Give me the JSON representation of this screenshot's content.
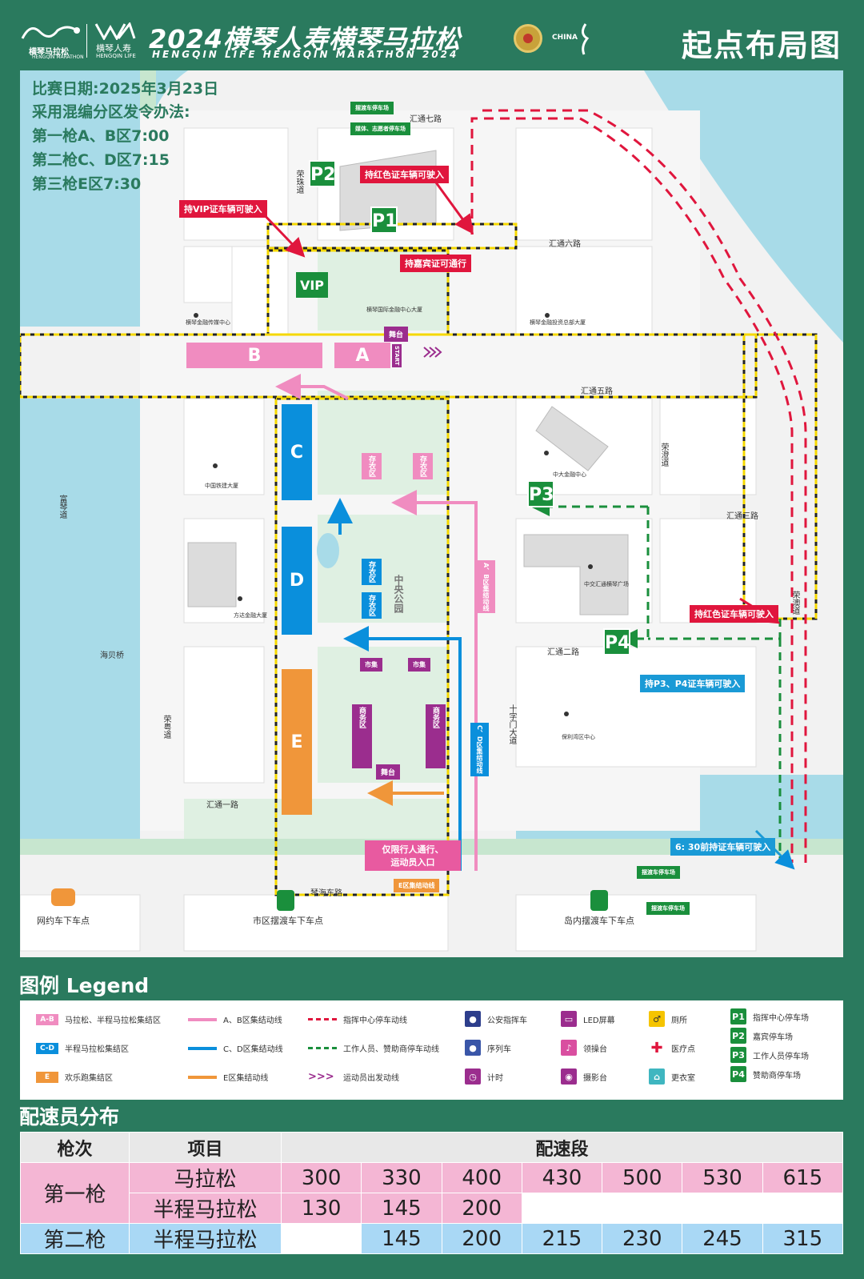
{
  "header": {
    "title": "2024横琴人寿横琴马拉松",
    "subtitle": "HENGQIN LIFE HENGQIN MARATHON 2024",
    "page_title": "起点布局图",
    "brand1": "横琴马拉松",
    "brand1_en": "HENGQIN MARATHON",
    "brand2": "横琴人寿",
    "brand2_en": "HENGQIN LIFE",
    "china": "CHINA"
  },
  "info": {
    "date": "比赛日期:2025年3月23日",
    "method": "采用混编分区发令办法:",
    "gun1": "第一枪A、B区7:00",
    "gun2": "第二枪C、D区7:15",
    "gun3": "第三枪E区7:30"
  },
  "streets": {
    "huitong7": "汇通七路",
    "huitong6": "汇通六路",
    "huitong5": "汇通五路",
    "huitong3": "汇通三路",
    "huitong2": "汇通二路",
    "huitong1": "汇通一路",
    "rongzhu": "荣珠道",
    "fuqin": "富琴道",
    "haibei": "海贝桥",
    "rongyue": "荣粤道",
    "rongcheng": "荣澄道",
    "rongao": "荣澳道",
    "shizimen": "十字门大道",
    "qinhaidong": "琴海东路"
  },
  "buildings": {
    "jinrong": "横琴金融传媒中心",
    "guoji": "横琴国际金融中心大厦",
    "jinrongtou": "横琴金融投资总部大厦",
    "zhongda": "中大金融中心",
    "tiedao": "中国铁建大厦",
    "fangda": "方达金融大厦",
    "huitong": "中交汇通横琴广场",
    "baoli": "保利湾区中心",
    "central_park": "中央公园"
  },
  "tags": {
    "red_p2": "持红色证车辆可驶入",
    "vip": "持VIP证车辆可驶入",
    "guest": "持嘉宾证可通行",
    "red_p4": "持红色证车辆可驶入",
    "p3p4": "持P3、P4证车辆可驶入",
    "before630": "6: 30前持证车辆可驶入",
    "pedestrian_line1": "仅限行人通行、",
    "pedestrian_line2": "运动员入口",
    "e_line": "E区集结动线",
    "ab_line": "A、B区集结动线",
    "cd_line": "C、D区集结动线",
    "stage": "舞台",
    "market": "市集",
    "business": "商务区",
    "cloak": "存衣区",
    "p_shuttle": "摆渡车停车场",
    "p_media": "媒体、志愿者停车场",
    "start": "START"
  },
  "zones": {
    "a": "A",
    "b": "B",
    "c": "C",
    "d": "D",
    "e": "E",
    "vip": "VIP"
  },
  "parking": {
    "p1": "P1",
    "p2": "P2",
    "p3": "P3",
    "p4": "P4"
  },
  "bottom": {
    "taxi": "网约车下车点",
    "city_shuttle": "市区摆渡车下车点",
    "island_shuttle": "岛内摆渡车下车点"
  },
  "legend": {
    "title": "图例 Legend",
    "ab_badge": "A-B",
    "ab": "马拉松、半程马拉松集结区",
    "cd_badge": "C-D",
    "cd": "半程马拉松集结区",
    "e_badge": "E",
    "e": "欢乐跑集结区",
    "ab_line": "A、B区集结动线",
    "cd_line": "C、D区集结动线",
    "e_line": "E区集结动线",
    "cmd_line": "指挥中心停车动线",
    "staff_line": "工作人员、赞助商停车动线",
    "runner_line": "运动员出发动线",
    "police": "公安指挥车",
    "queue": "序列车",
    "timer": "计时",
    "led": "LED屏幕",
    "podium": "领操台",
    "photo": "摄影台",
    "toilet": "厕所",
    "medical": "医疗点",
    "changing": "更衣室",
    "p1": "指挥中心停车场",
    "p2": "嘉宾停车场",
    "p3": "工作人员停车场",
    "p4": "赞助商停车场"
  },
  "pacer": {
    "title": "配速员分布",
    "headers": [
      "枪次",
      "项目",
      "配速段"
    ],
    "gun1": "第一枪",
    "gun2": "第二枪",
    "marathon": "马拉松",
    "half": "半程马拉松",
    "row1": [
      "300",
      "330",
      "400",
      "430",
      "500",
      "530",
      "615"
    ],
    "row2": [
      "130",
      "145",
      "200",
      "",
      "",
      "",
      ""
    ],
    "row3": [
      "",
      "145",
      "200",
      "215",
      "230",
      "245",
      "315"
    ]
  },
  "colors": {
    "green": "#2a7a5e",
    "pink": "#f08cc0",
    "blue": "#0a8fdc",
    "orange": "#f0963a",
    "red": "#e0163d",
    "park": "#dff0e2",
    "water": "#a8dbe8"
  }
}
